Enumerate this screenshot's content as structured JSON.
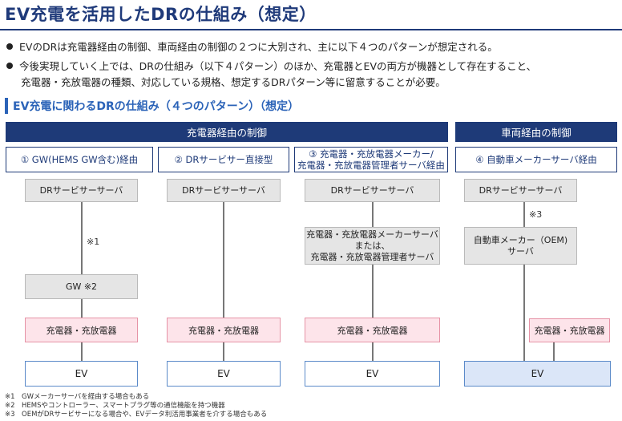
{
  "title": "EV充電を活用したDRの仕組み（想定）",
  "bullets": [
    "EVのDRは充電器経由の制御、車両経由の制御の２つに大別され、主に以下４つのパターンが想定される。",
    "今後実現していく上では、DRの仕組み（以下４パターン）のほか、充電器とEVの両方が機器として存在すること、",
    "充電器・充放電器の種類、対応している規格、想定するDRパターン等に留意することが必要。"
  ],
  "subtitle": "EV充電に関わるDRの仕組み（４つのパターン）（想定）",
  "groups": {
    "charger": "充電器経由の制御",
    "vehicle": "車両経由の制御"
  },
  "patterns": [
    {
      "header": "① GW(HEMS GW含む)経由",
      "server": "DRサービサーサーバ",
      "note": "※1",
      "gw": "GW ※2",
      "charger": "充電器・充放電器",
      "ev": "EV"
    },
    {
      "header": "② DRサービサー直接型",
      "server": "DRサービサーサーバ",
      "charger": "充電器・充放電器",
      "ev": "EV"
    },
    {
      "header_line1": "③ 充電器・充放電器メーカー/",
      "header_line2": "充電器・充放電器管理者サーバ経由",
      "server": "DRサービサーサーバ",
      "maker_line1": "充電器・充放電器メーカーサーバ",
      "maker_line2": "または、",
      "maker_line3": "充電器・充放電器管理者サーバ",
      "charger": "充電器・充放電器",
      "ev": "EV"
    },
    {
      "header": "④ 自動車メーカーサーバ経由",
      "server": "DRサービサーサーバ",
      "note": "※3",
      "oem_line1": "自動車メーカー（OEM)",
      "oem_line2": "サーバ",
      "charger": "充電器・充放電器",
      "ev": "EV"
    }
  ],
  "footnotes": [
    "※1　GWメーカーサーバを経由する場合もある",
    "※2　HEMSやコントローラー、スマートプラグ等の通信機能を持つ機器",
    "※3　OEMがDRサービサーになる場合や、EVデータ利活用事業者を介する場合もある"
  ],
  "colors": {
    "title": "#1f3a7a",
    "header_dark": "#1e3a78",
    "subtitle": "#2b63b8",
    "charger_fill": "#fde4ea",
    "ev_highlight": "#dbe6f8"
  }
}
